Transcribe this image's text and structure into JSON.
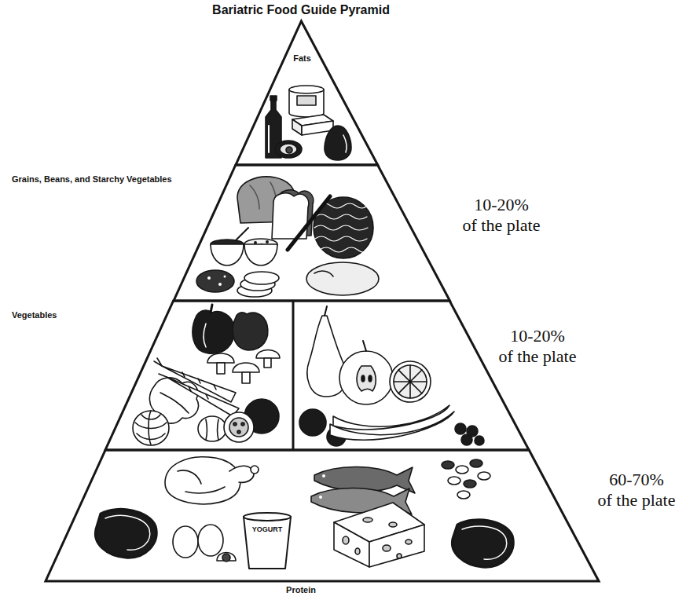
{
  "diagram": {
    "title": "Bariatric Food Guide Pyramid",
    "nodes": [
      {
        "text": [
          "Fats"
        ]
      },
      {
        "text": [
          "Grains, Beans, and Starchy Vegetables"
        ]
      },
      {
        "text": [
          "Vegetables"
        ]
      },
      {
        "text": [
          "Protein"
        ]
      }
    ],
    "labels": [
      "10-20% of the plate",
      "10-20% of the plate",
      "60-70% of the plate",
      "YOGURT"
    ]
  }
}
